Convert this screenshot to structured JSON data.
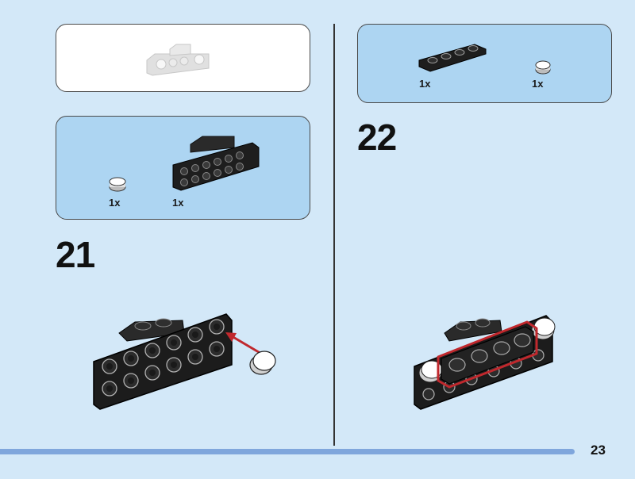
{
  "step21": {
    "number": "21",
    "parts": [
      {
        "part": "white-round-tile",
        "qty": "1x"
      },
      {
        "part": "black-bracket-plate",
        "qty": "1x"
      }
    ]
  },
  "step22": {
    "number": "22",
    "parts": [
      {
        "part": "black-plate-1x4",
        "qty": "1x"
      },
      {
        "part": "white-round-tile",
        "qty": "1x"
      }
    ]
  },
  "page": {
    "number": "23"
  },
  "colors": {
    "background": "#d3e8f8",
    "parts_box": "#add5f2",
    "footer_bar": "#7fa6dc",
    "callout_red": "#c0282d"
  }
}
